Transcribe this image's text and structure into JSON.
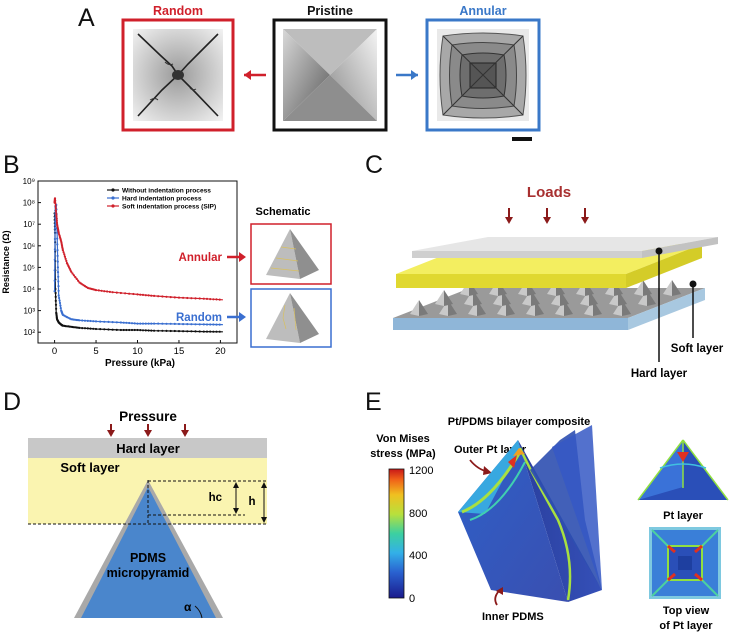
{
  "panel_a": {
    "letter": "A",
    "random_label": "Random",
    "pristine_label": "Pristine",
    "annular_label": "Annular",
    "colors": {
      "random": "#d0202b",
      "annular": "#3a78c8",
      "pristine": "#111111"
    }
  },
  "panel_b": {
    "letter": "B",
    "schematic_title": "Schematic",
    "annular_label": "Annular",
    "random_label": "Random",
    "chart_data": {
      "type": "line",
      "xlabel": "Pressure (kPa)",
      "ylabel": "Resistance (Ω)",
      "x_ticks": [
        "0",
        "5",
        "10",
        "15",
        "20"
      ],
      "y_ticks": [
        "10²",
        "10³",
        "10⁴",
        "10⁵",
        "10⁶",
        "10⁷",
        "10⁸",
        "10⁹"
      ],
      "xlim": [
        -2,
        22
      ],
      "ylog_range": [
        1.5,
        9
      ],
      "legend_position": "top-right",
      "series": [
        {
          "name": "Without indentation process",
          "color": "#111111",
          "x": [
            0,
            0.05,
            0.1,
            0.2,
            0.3,
            0.5,
            0.8,
            1,
            2,
            3,
            5,
            8,
            10,
            12,
            15,
            18,
            20.3
          ],
          "log_y": [
            7.5,
            6.6,
            4.0,
            2.9,
            2.6,
            2.45,
            2.35,
            2.3,
            2.25,
            2.2,
            2.15,
            2.1,
            2.1,
            2.07,
            2.05,
            2.03,
            2.02
          ]
        },
        {
          "name": "Hard indentation process",
          "color": "#3a6fd0",
          "x": [
            0,
            0.05,
            0.1,
            0.2,
            0.3,
            0.4,
            0.5,
            0.8,
            1,
            2,
            3,
            5,
            8,
            10,
            12,
            15,
            18,
            20.3
          ],
          "log_y": [
            3.9,
            6.8,
            7.8,
            7.9,
            6.6,
            5.0,
            3.7,
            3.0,
            2.8,
            2.6,
            2.55,
            2.5,
            2.45,
            2.4,
            2.4,
            2.38,
            2.36,
            2.35
          ]
        },
        {
          "name": "Soft indentation process (SIP)",
          "color": "#d0202b",
          "x": [
            0,
            0.05,
            0.2,
            0.3,
            0.5,
            0.8,
            1,
            1.5,
            2,
            3,
            4,
            5,
            7,
            10,
            12,
            15,
            18,
            20.3
          ],
          "log_y": [
            8.0,
            8.2,
            7.5,
            7.0,
            6.6,
            6.2,
            5.8,
            5.2,
            4.8,
            4.3,
            4.05,
            3.95,
            3.85,
            3.75,
            3.68,
            3.6,
            3.55,
            3.5
          ]
        }
      ]
    }
  },
  "panel_c": {
    "letter": "C",
    "loads_label": "Loads",
    "soft_layer_label": "Soft layer",
    "hard_layer_label": "Hard layer"
  },
  "panel_d": {
    "letter": "D",
    "pressure_label": "Pressure",
    "hard_layer_label": "Hard layer",
    "soft_layer_label": "Soft layer",
    "hc_label": "hc",
    "h_label": "h",
    "pyramid_label_line1": "PDMS",
    "pyramid_label_line2": "micropyramid",
    "alpha_label": "α"
  },
  "panel_e": {
    "letter": "E",
    "title": "Pt/PDMS bilayer composite",
    "colorbar_title_line1": "Von Mises",
    "colorbar_title_line2": "stress (MPa)",
    "colorbar_ticks": [
      "1200",
      "800",
      "400",
      "0"
    ],
    "outer_label": "Outer Pt layer",
    "inner_label": "Inner PDMS",
    "pt_layer_label": "Pt layer",
    "top_view_line1": "Top view",
    "top_view_line2": "of Pt layer"
  }
}
